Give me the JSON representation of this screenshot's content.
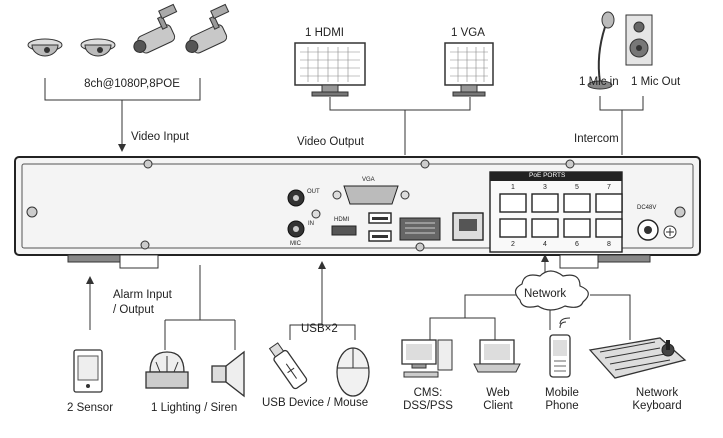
{
  "cameras": {
    "label": "8ch@1080P,8POE"
  },
  "video_input": {
    "label": "Video Input"
  },
  "monitors": {
    "hdmi": "1 HDMI",
    "vga": "1 VGA"
  },
  "video_output": {
    "label": "Video Output"
  },
  "audio": {
    "mic_in": "1 Mic in",
    "mic_out": "1 Mic Out"
  },
  "intercom": {
    "label": "Intercom"
  },
  "panel": {
    "poe_title": "PoE PORTS",
    "poe_top": [
      "1",
      "3",
      "5",
      "7"
    ],
    "poe_bottom": [
      "2",
      "4",
      "6",
      "8"
    ],
    "vga_label": "VGA",
    "hdmi_label": "HDMI",
    "out_label": "OUT",
    "in_label": "IN",
    "mic_label": "MIC",
    "dc_label": "DC48V"
  },
  "alarm": {
    "line1": "Alarm Input",
    "line2": "/ Output"
  },
  "usb": {
    "label": "USB×2",
    "device_label": "USB Device / Mouse"
  },
  "sensor": {
    "label": "2 Sensor"
  },
  "lighting": {
    "label": "1 Lighting / Siren"
  },
  "network": {
    "label": "Network",
    "cms_line1": "CMS:",
    "cms_line2": "DSS/PSS",
    "web_line1": "Web",
    "web_line2": "Client",
    "mobile_line1": "Mobile",
    "mobile_line2": "Phone",
    "keyboard_line1": "Network",
    "keyboard_line2": "Keyboard"
  }
}
